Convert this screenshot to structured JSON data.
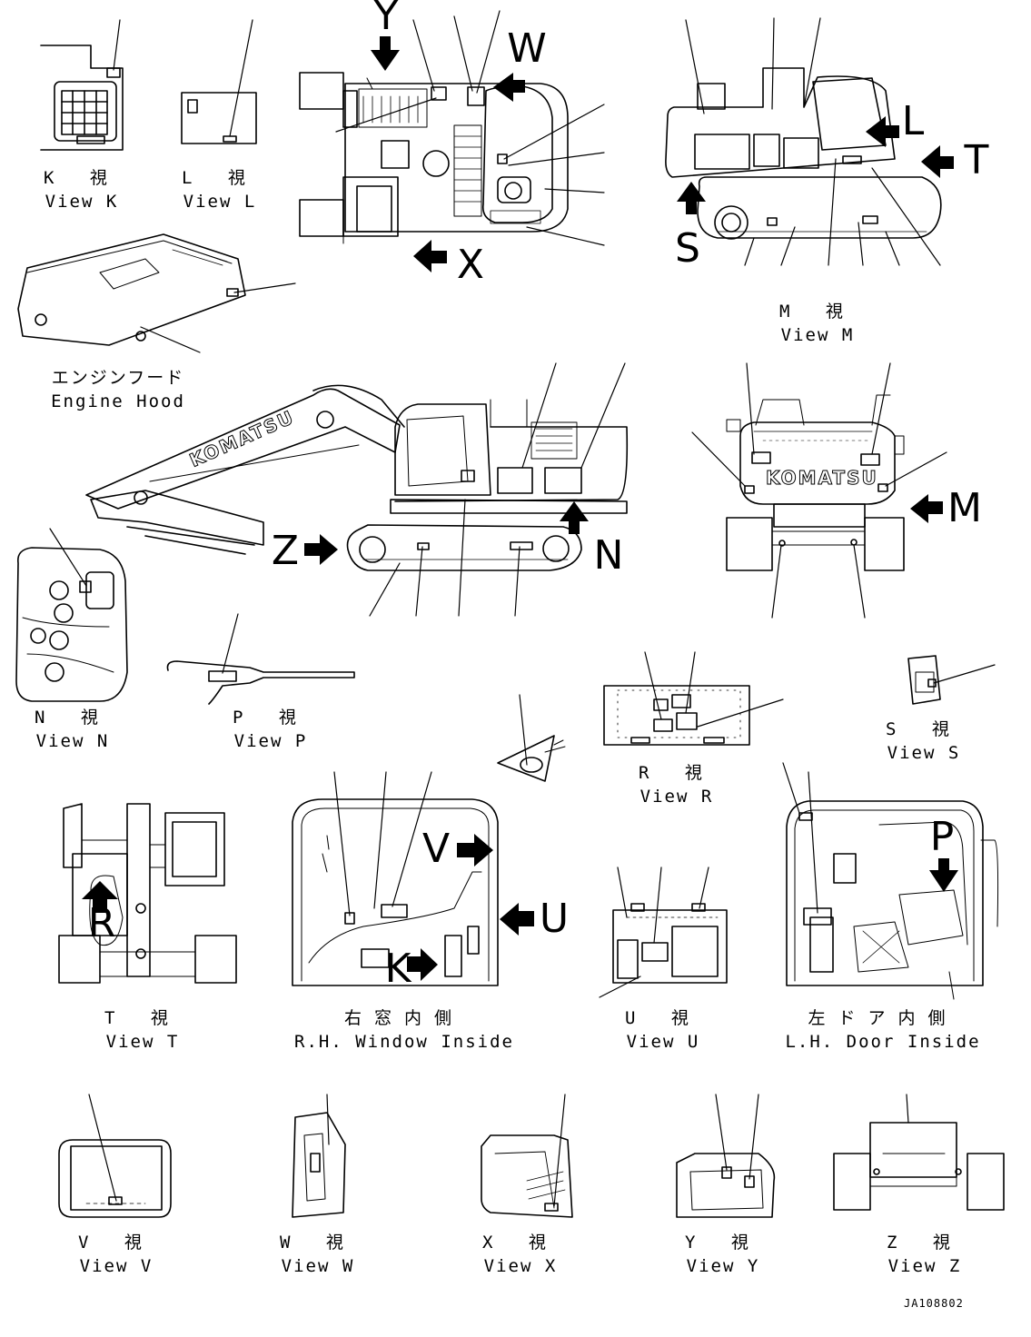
{
  "views": [
    {
      "id": "k",
      "jp": "K 視",
      "en": "View K"
    },
    {
      "id": "l",
      "jp": "L 視",
      "en": "View L"
    },
    {
      "id": "m",
      "jp": "M 視",
      "en": "View M"
    },
    {
      "id": "engine-hood",
      "jp": "エンジンフード",
      "en": "Engine Hood"
    },
    {
      "id": "n",
      "jp": "N 視",
      "en": "View N"
    },
    {
      "id": "p",
      "jp": "P 視",
      "en": "View P"
    },
    {
      "id": "r",
      "jp": "R 視",
      "en": "View R"
    },
    {
      "id": "s",
      "jp": "S 視",
      "en": "View S"
    },
    {
      "id": "t",
      "jp": "T 視",
      "en": "View T"
    },
    {
      "id": "rh-window",
      "jp": "右窓内側",
      "en": "R.H. Window Inside"
    },
    {
      "id": "u",
      "jp": "U 視",
      "en": "View U"
    },
    {
      "id": "lh-door",
      "jp": "左ドア内側",
      "en": "L.H. Door Inside"
    },
    {
      "id": "v",
      "jp": "V 視",
      "en": "View V"
    },
    {
      "id": "w",
      "jp": "W 視",
      "en": "View W"
    },
    {
      "id": "x",
      "jp": "X 視",
      "en": "View X"
    },
    {
      "id": "y",
      "jp": "Y 視",
      "en": "View Y"
    },
    {
      "id": "z",
      "jp": "Z 視",
      "en": "View Z"
    }
  ],
  "arrows": {
    "y": "Y",
    "w": "W",
    "x": "X",
    "l": "L",
    "t": "T",
    "s": "S",
    "m": "M",
    "n": "N",
    "z": "Z",
    "r": "R",
    "v": "V",
    "u": "U",
    "k": "K",
    "p": "P"
  },
  "brand": "KOMATSU",
  "drawing_code": "JA108802"
}
